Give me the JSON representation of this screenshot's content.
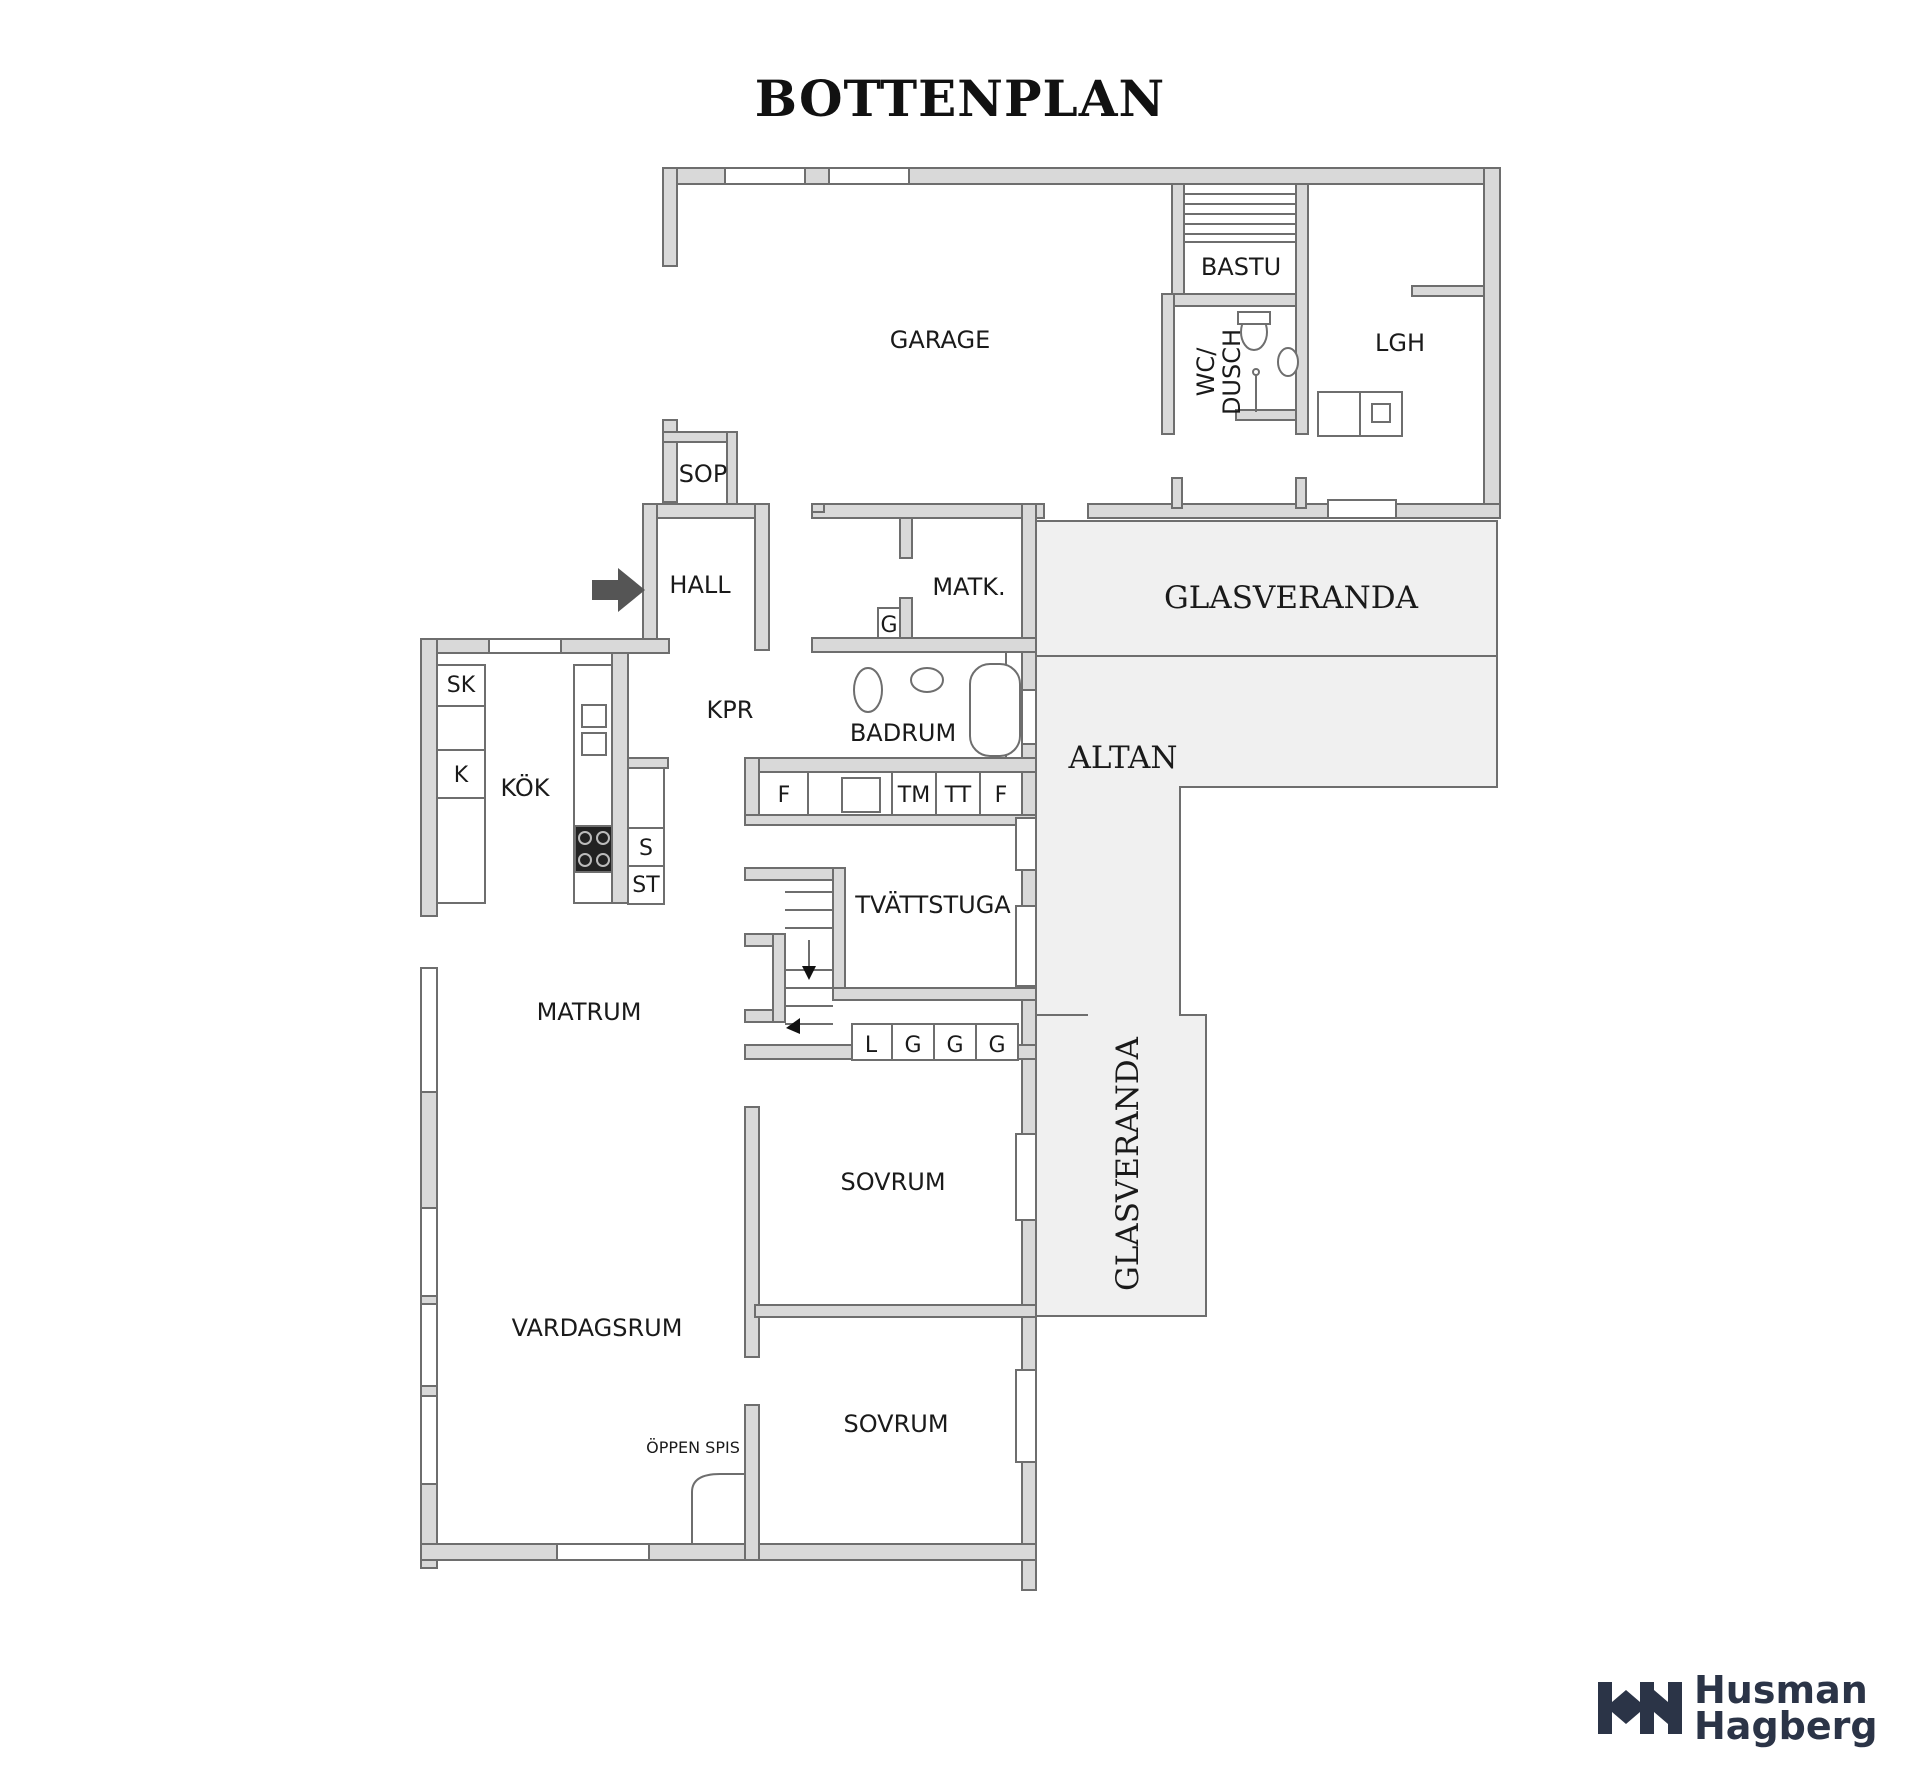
{
  "title": "BOTTENPLAN",
  "rooms": {
    "garage": "GARAGE",
    "bastu": "BASTU",
    "wc_dusch_line1": "WC/",
    "wc_dusch_line2": "DUSCH",
    "lgh": "LGH",
    "sop": "SOP",
    "hall": "HALL",
    "matk": "MATK.",
    "kpr": "KPR",
    "badrum": "BADRUM",
    "kok": "KÖK",
    "tvattstuga": "TVÄTTSTUGA",
    "matrum": "MATRUM",
    "sovrum_1": "SOVRUM",
    "sovrum_2": "SOVRUM",
    "vardagsrum": "VARDAGSRUM",
    "oppen_spis": "ÖPPEN SPIS",
    "glasveranda_top": "GLASVERANDA",
    "altan": "ALTAN",
    "glasveranda_side": "GLASVERANDA"
  },
  "fixtures": {
    "sk": "SK",
    "k": "K",
    "s": "S",
    "st": "ST",
    "g_matk": "G",
    "f_left": "F",
    "tm": "TM",
    "tt": "TT",
    "f_right": "F",
    "l": "L",
    "g1": "G",
    "g2": "G",
    "g3": "G"
  },
  "logo": {
    "line1": "Husman",
    "line2": "Hagberg",
    "color": "#2b3447"
  }
}
